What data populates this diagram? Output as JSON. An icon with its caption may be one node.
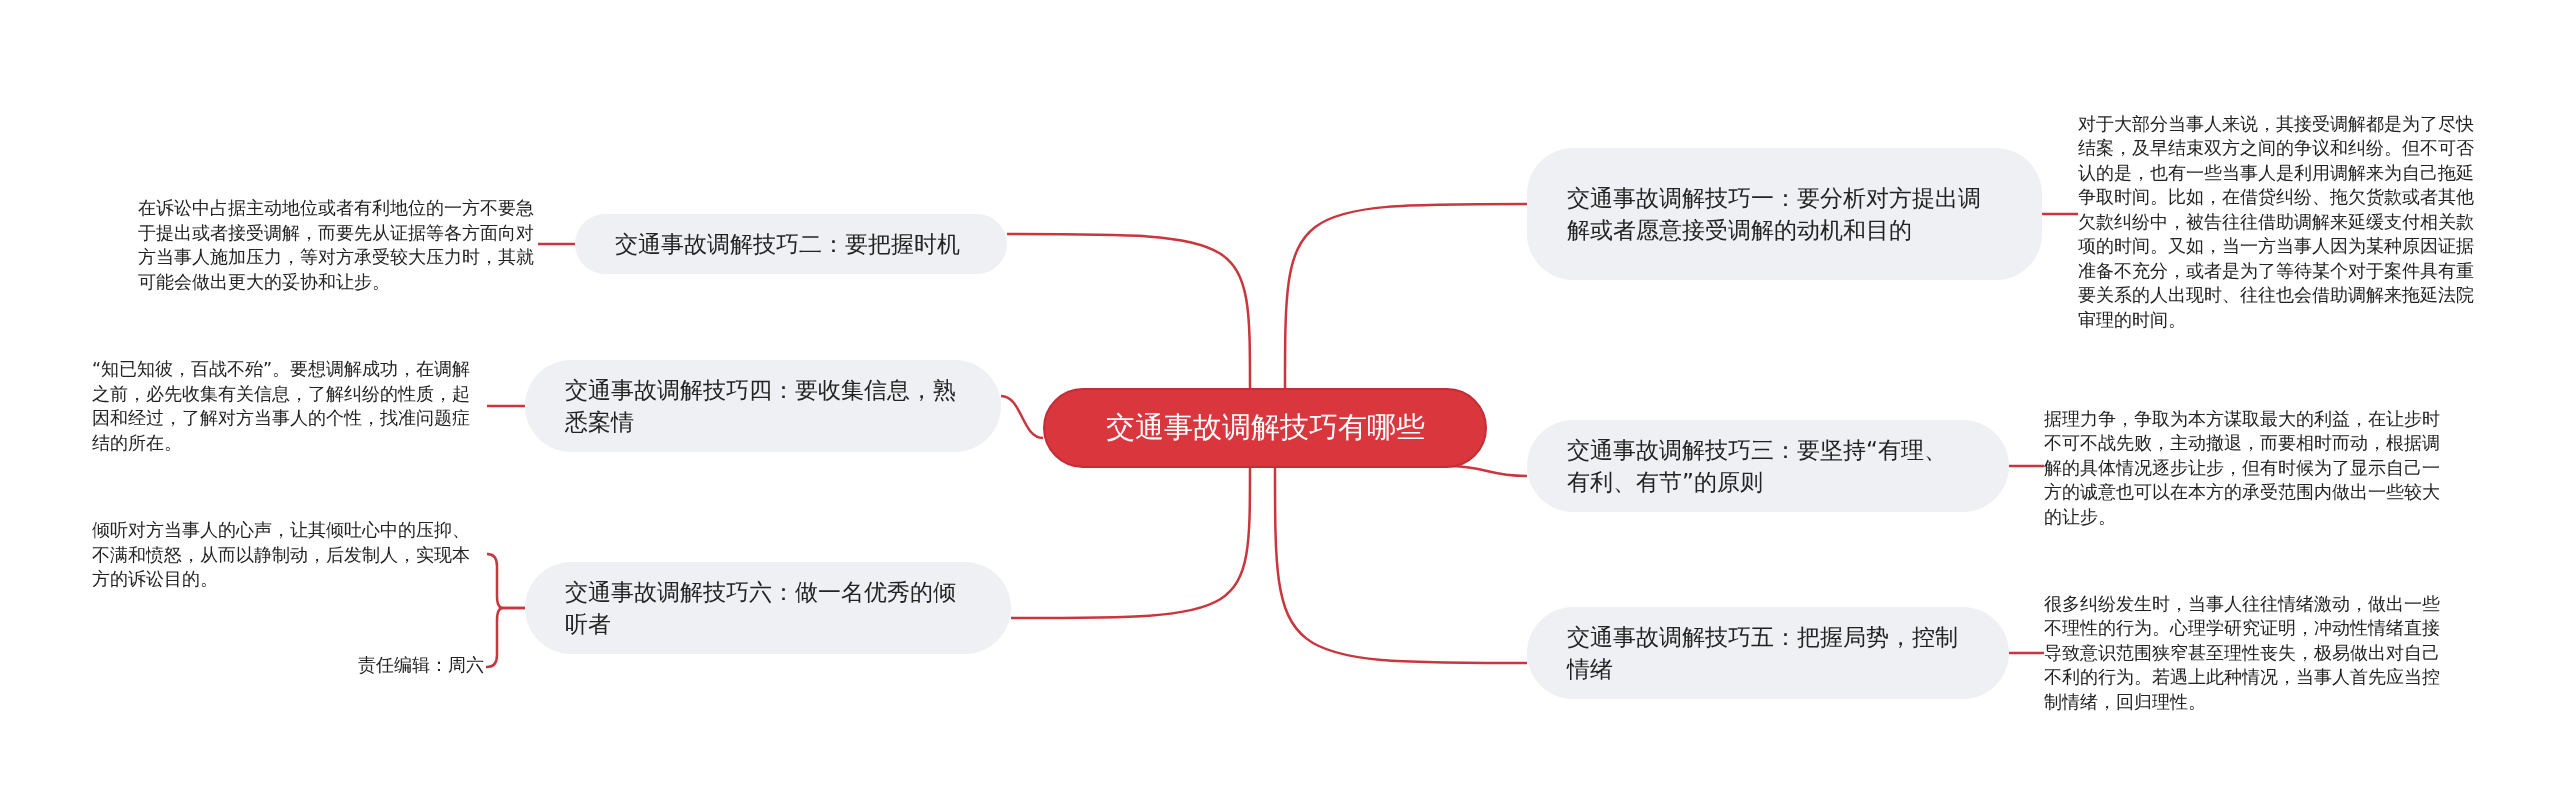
{
  "diagram": {
    "nodes": [
      {
        "text": [
          "交通事故调解技巧有哪些"
        ]
      },
      {
        "text": [
          "交通事故调解技巧一：要分析对方提出调解或者愿意接受调解的动机和目的"
        ]
      },
      {
        "text": [
          "对于大部分当事人来说，其接受调解都是为了尽快结案，及早结束双方之间的争议和纠纷。但不可否认的是，也有一些当事人是利用调解来为自己拖延争取时间。比如，在借贷纠纷、拖欠货款或者其他欠款纠纷中，被告往往借助调解来延缓支付相关款项的时间。又如，当一方当事人因为某种原因证据准备不充分，或者是为了等待某个对于案件具有重要关系的人出现时、往往也会借助调解来拖延法院审理的时间。"
        ]
      },
      {
        "text": [
          "交通事故调解技巧二：要把握时机"
        ]
      },
      {
        "text": [
          "在诉讼中占据主动地位或者有利地位的一方不要急于提出或者接受调解，而要先从证据等各方面向对方当事人施加压力，等对方承受较大压力时，其就可能会做出更大的妥协和让步。"
        ]
      },
      {
        "text": [
          "交通事故调解技巧三：要坚持“有理、有利、有节”的原则"
        ]
      },
      {
        "text": [
          "据理力争，争取为本方谋取最大的利益，在让步时不可不战先败，主动撤退，而要相时而动，根据调解的具体情况逐步让步，但有时候为了显示自己一方的诚意也可以在本方的承受范围内做出一些较大的让步。"
        ]
      },
      {
        "text": [
          "交通事故调解技巧四：要收集信息，熟悉案情"
        ]
      },
      {
        "text": [
          "“知已知彼，百战不殆”。要想调解成功，在调解之前，必先收集有关信息，了解纠纷的性质，起因和经过，了解对方当事人的个性，找准问题症结的所在。"
        ]
      },
      {
        "text": [
          "交通事故调解技巧五：把握局势，控制情绪"
        ]
      },
      {
        "text": [
          "很多纠纷发生时，当事人往往情绪激动，做出一些不理性的行为。心理学研究证明，冲动性情绪直接导致意识范围狭窄甚至理性丧失，极易做出对自己不利的行为。若遇上此种情况，当事人首先应当控制情绪，回归理性。"
        ]
      },
      {
        "text": [
          "交通事故调解技巧六：做一名优秀的倾听者"
        ]
      },
      {
        "text": [
          "倾听对方当事人的心声，让其倾吐心中的压抑、不满和愤怒，从而以静制动，后发制人，实现本方的诉讼目的。"
        ]
      },
      {
        "text": [
          "责任编辑：周六"
        ]
      }
    ],
    "edges": [
      {
        "from": 0,
        "to": 1,
        "arrow": "none"
      },
      {
        "from": 1,
        "to": 2,
        "arrow": "none"
      },
      {
        "from": 0,
        "to": 3,
        "arrow": "none"
      },
      {
        "from": 3,
        "to": 4,
        "arrow": "none"
      },
      {
        "from": 0,
        "to": 5,
        "arrow": "none"
      },
      {
        "from": 5,
        "to": 6,
        "arrow": "none"
      },
      {
        "from": 0,
        "to": 7,
        "arrow": "none"
      },
      {
        "from": 7,
        "to": 8,
        "arrow": "none"
      },
      {
        "from": 0,
        "to": 9,
        "arrow": "none"
      },
      {
        "from": 9,
        "to": 10,
        "arrow": "none"
      },
      {
        "from": 0,
        "to": 11,
        "arrow": "none"
      },
      {
        "from": 11,
        "to": 12,
        "arrow": "none"
      },
      {
        "from": 11,
        "to": 13,
        "arrow": "none"
      }
    ]
  }
}
